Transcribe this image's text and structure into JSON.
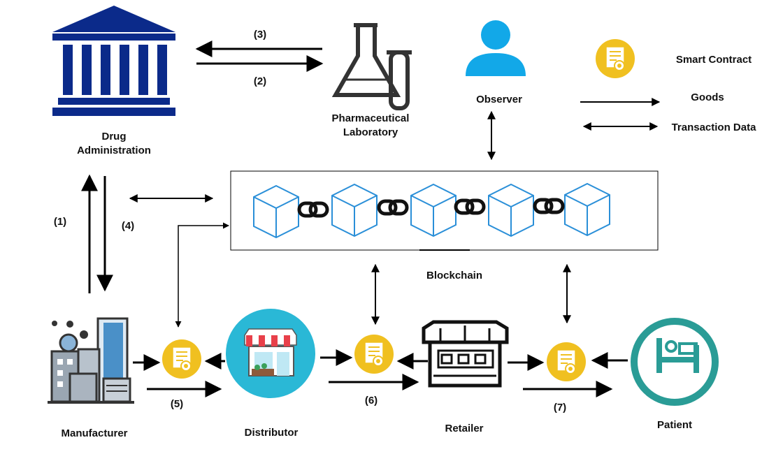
{
  "nodes": {
    "drug_administration": {
      "line1": "Drug",
      "line2": "Administration",
      "icon": "government-building-icon"
    },
    "pharmaceutical_laboratory": {
      "line1": "Pharmaceutical",
      "line2": "Laboratory",
      "icon": "lab-flask-icon"
    },
    "observer": {
      "label": "Observer",
      "icon": "user-icon"
    },
    "blockchain": {
      "label": "Blockchain",
      "block_count": 5,
      "icon": "cube-icon"
    },
    "manufacturer": {
      "label": "Manufacturer",
      "icon": "factory-icon"
    },
    "distributor": {
      "label": "Distributor",
      "icon": "store-icon"
    },
    "retailer": {
      "label": "Retailer",
      "icon": "shop-icon"
    },
    "patient": {
      "label": "Patient",
      "icon": "hospital-bed-icon"
    }
  },
  "legend": {
    "smart_contract": "Smart Contract",
    "goods": "Goods",
    "transaction_data": "Transaction Data"
  },
  "steps": {
    "s1": "(1)",
    "s2": "(2)",
    "s3": "(3)",
    "s4": "(4)",
    "s5": "(5)",
    "s6": "(6)",
    "s7": "(7)"
  },
  "colors": {
    "admin_blue": "#0b2a8a",
    "observer_blue": "#12a8e8",
    "contract_gold": "#f0c020",
    "distributor_teal": "#2ab8d6",
    "patient_teal": "#2a9c96",
    "block_blue": "#2a8fd8"
  }
}
